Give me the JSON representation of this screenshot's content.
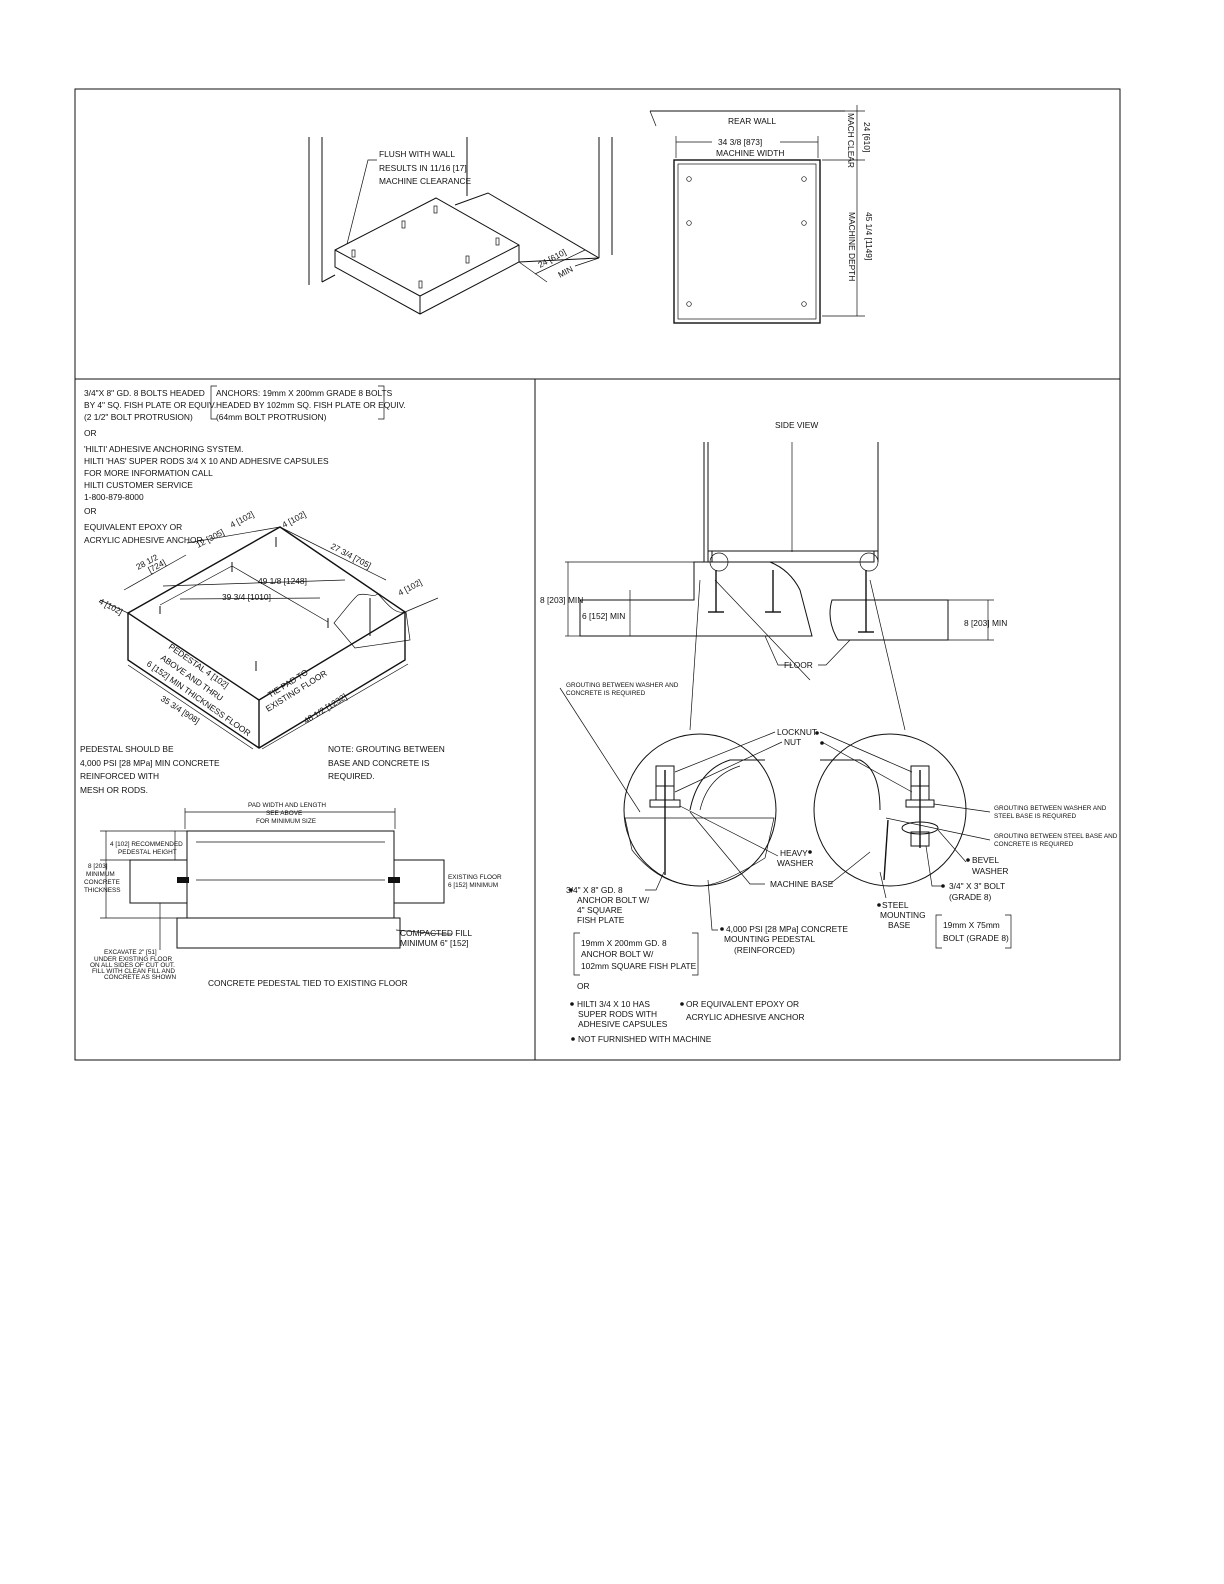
{
  "top_perspective": {
    "flush_note": [
      "FLUSH WITH WALL",
      "RESULTS IN 11/16 [17]",
      "MACHINE CLEARANCE"
    ],
    "clear_dim": "24 [610]",
    "clear_min": "MIN"
  },
  "top_plan": {
    "rear_wall": "REAR WALL",
    "width_dim": "34 3/8 [873]",
    "width_label": "MACHINE WIDTH",
    "clear_dim": "24 [610]",
    "clear_label": "MACH CLEAR",
    "depth_dim": "45 1/4 [1149]",
    "depth_label": "MACHINE DEPTH"
  },
  "anchor_notes": {
    "bolts": [
      "3/4\"X 8\" GD. 8 BOLTS HEADED",
      "BY 4\" SQ. FISH PLATE OR EQUIV.",
      "(2 1/2\" BOLT PROTRUSION)"
    ],
    "bolts_metric": [
      "ANCHORS: 19mm  X 200mm GRADE 8 BOLTS",
      "HEADED BY 102mm SQ. FISH PLATE OR EQUIV.",
      "(64mm BOLT PROTRUSION)"
    ],
    "or1": "OR",
    "hilti": [
      "'HILTI' ADHESIVE ANCHORING SYSTEM.",
      "HILTI 'HAS' SUPER RODS 3/4 X 10 AND ADHESIVE CAPSULES",
      "FOR MORE INFORMATION CALL",
      "HILTI CUSTOMER SERVICE",
      "1-800-879-8000"
    ],
    "or2": "OR",
    "epoxy": [
      "EQUIVALENT EPOXY OR",
      "ACRYLIC ADHESIVE ANCHOR"
    ]
  },
  "pedestal_iso": {
    "dim_4_a": "4 [102]",
    "dim_4_b": "4 [102]",
    "dim_12": "12 [305]",
    "dim_28": [
      "28 1/2",
      "[724]"
    ],
    "dim_27": "27 3/4 [705]",
    "dim_49": "49 1/8 [1248]",
    "dim_39": "39 3/4 [1010]",
    "dim_4_left": "4 [102]",
    "dim_4_right": "4 [102]",
    "pedestal_note": [
      "PEDESTAL 4 [102]",
      "ABOVE AND THRU",
      "6 [152] MIN THICKNESS FLOOR"
    ],
    "tie_note": [
      "TIE PAD TO",
      "EXISTING FLOOR"
    ],
    "dim_35": "35 3/4 [908]",
    "dim_48": "48 1/2 [1232]",
    "spec_note": [
      "PEDESTAL SHOULD BE",
      "4,000 PSI [28 MPa] MIN CONCRETE",
      "REINFORCED WITH",
      "MESH OR RODS."
    ],
    "grout_note": [
      "NOTE: GROUTING BETWEEN",
      "BASE AND CONCRETE IS",
      "REQUIRED."
    ]
  },
  "section": {
    "pad_note": [
      "PAD WIDTH AND LENGTH",
      "SEE ABOVE",
      "FOR MINIMUM SIZE"
    ],
    "recommended": [
      "4 [102] RECOMMENDED",
      "PEDESTAL HEIGHT"
    ],
    "min_thickness": [
      "8 [203]",
      "MINIMUM",
      "CONCRETE",
      "THICKNESS"
    ],
    "existing_floor": [
      "EXISTING FLOOR",
      "6 [152] MINIMUM"
    ],
    "compacted": [
      "COMPACTED FILL",
      "MINIMUM 6\" [152]"
    ],
    "excavate": [
      "EXCAVATE 2\" [51]",
      "UNDER EXISTING FLOOR",
      "ON ALL SIDES OF CUT OUT.",
      "FILL WITH CLEAN FILL AND",
      "CONCRETE AS SHOWN"
    ],
    "caption": "CONCRETE PEDESTAL TIED TO EXISTING FLOOR"
  },
  "side_view": {
    "title": "SIDE VIEW",
    "dim_8_left": "8 [203] MIN",
    "dim_6_left": "6 [152] MIN",
    "dim_8_right": "8 [203] MIN",
    "floor": "FLOOR",
    "grout_top": [
      "GROUTING BETWEEN WASHER AND",
      "CONCRETE IS REQUIRED"
    ],
    "locknut": "LOCKNUT",
    "nut": "NUT",
    "grout_steel": [
      "GROUTING BETWEEN WASHER AND",
      "STEEL BASE IS REQUIRED"
    ],
    "grout_base": [
      "GROUTING BETWEEN STEEL BASE AND",
      "CONCRETE IS REQUIRED"
    ],
    "heavy_washer": [
      "HEAVY",
      "WASHER"
    ],
    "bevel_washer": [
      "BEVEL",
      "WASHER"
    ],
    "machine_base": "MACHINE BASE",
    "anchor_bolt": [
      "3/4\" X 8\" GD. 8",
      "ANCHOR BOLT W/",
      "4\" SQUARE",
      "FISH PLATE"
    ],
    "concrete": [
      "4,000 PSI [28 MPa] CONCRETE",
      "MOUNTING PEDESTAL",
      "(REINFORCED)"
    ],
    "steel_base": [
      "STEEL",
      "MOUNTING",
      "BASE"
    ],
    "bolt_3": [
      "3/4\" X 3\" BOLT",
      "(GRADE 8)"
    ],
    "bolt_metric": [
      "19mm X 75mm",
      "BOLT (GRADE 8)"
    ],
    "anchor_metric": [
      "19mm X 200mm GD. 8",
      "ANCHOR BOLT W/",
      "102mm SQUARE FISH PLATE"
    ],
    "or": "OR",
    "hilti": [
      "HILTI 3/4 X 10 HAS",
      "SUPER RODS WITH",
      "ADHESIVE CAPSULES"
    ],
    "epoxy": [
      "OR EQUIVALENT EPOXY OR",
      "ACRYLIC ADHESIVE ANCHOR"
    ],
    "not_furnished": "NOT FURNISHED WITH MACHINE"
  }
}
